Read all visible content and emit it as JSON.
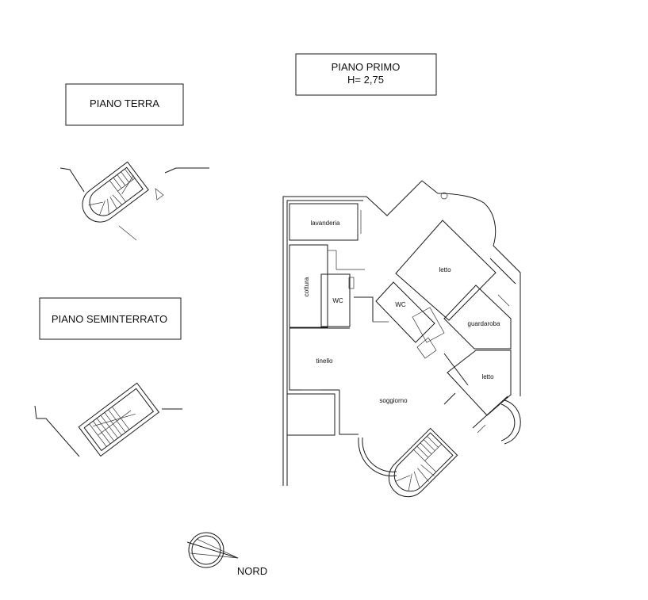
{
  "labels": {
    "ground_floor": "PIANO TERRA",
    "first_floor": "PIANO PRIMO",
    "first_floor_height": "H= 2,75",
    "basement": "PIANO SEMINTERRATO",
    "north": "NORD"
  },
  "rooms": {
    "laundry": "lavanderia",
    "cooking": "cottura",
    "wc_1": "WC",
    "wc_2": "WC",
    "bedroom_1": "letto",
    "bedroom_2": "letto",
    "wardrobe": "guardaroba",
    "kitchenette": "tinello",
    "living": "soggiorno"
  }
}
